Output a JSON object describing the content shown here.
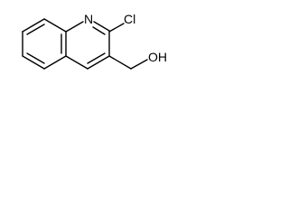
{
  "molecule": {
    "atoms": {
      "nitrogen": "N",
      "chlorine": "Cl",
      "hydroxyl": "OH"
    }
  }
}
